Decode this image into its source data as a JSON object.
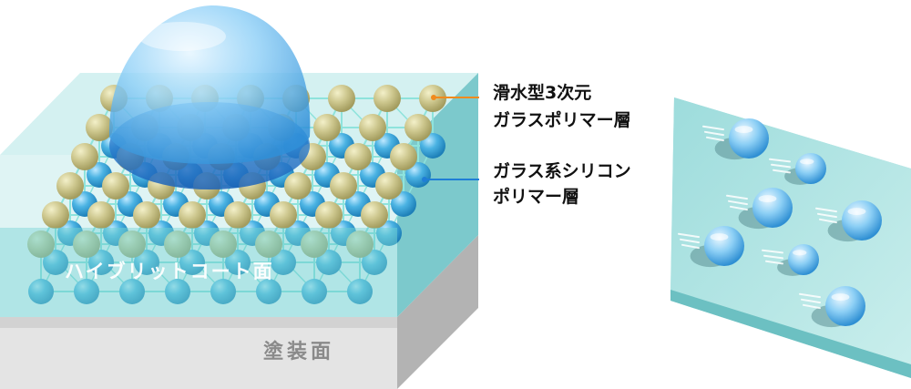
{
  "labels": {
    "layer_top": [
      "滑水型3次元",
      "ガラスポリマー層"
    ],
    "layer_bottom": [
      "ガラス系シリコン",
      "ポリマー層"
    ],
    "hybrid_surface": "ハイブリットコート面",
    "paint_surface": "塗装面"
  },
  "colors": {
    "leader_top": "#f08a1c",
    "leader_bottom": "#1f7ed6",
    "coat_teal": "#7fd3d6",
    "paint_gray": "#d9d9d9",
    "atom_olive": "#c9c48e",
    "atom_blue": "#3aa6d8",
    "droplet_blue": "#5fb6ee"
  }
}
